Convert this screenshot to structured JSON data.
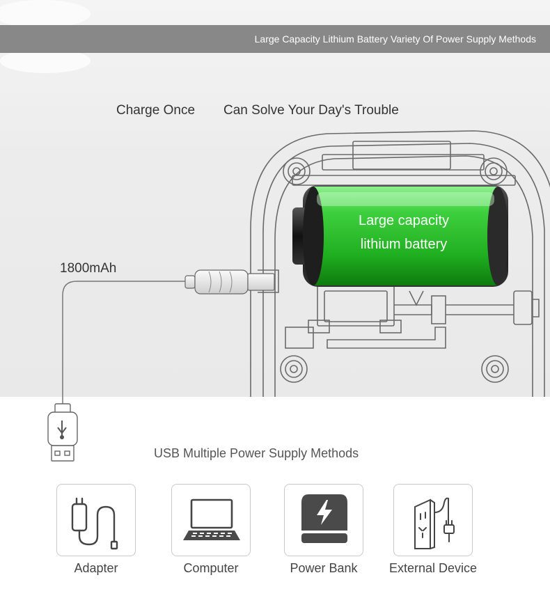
{
  "banner": {
    "text": "Large Capacity Lithium Battery  Variety Of Power Supply Methods"
  },
  "headline": {
    "part1": "Charge Once",
    "part2": "Can Solve Your Day's Trouble"
  },
  "battery": {
    "line1": "Large capacity",
    "line2": "lithium battery",
    "color": "#2fc42f"
  },
  "capacity": "1800mAh",
  "usb_section": {
    "title": "USB Multiple Power Supply Methods",
    "methods": [
      {
        "label": "Adapter",
        "icon": "adapter-icon"
      },
      {
        "label": "Computer",
        "icon": "laptop-icon"
      },
      {
        "label": "Power Bank",
        "icon": "power-bank-icon"
      },
      {
        "label": "External Device",
        "icon": "wall-socket-icon"
      }
    ]
  }
}
